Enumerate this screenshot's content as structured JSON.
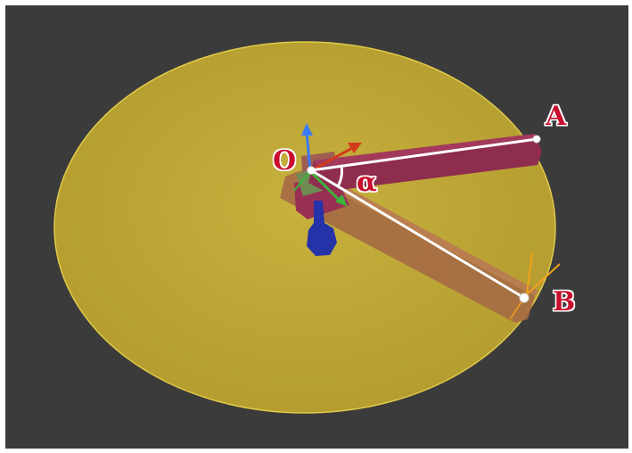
{
  "labels": {
    "origin": "O",
    "point_a": "A",
    "point_b": "B",
    "angle": "α"
  },
  "colors": {
    "background": "#3b3b3b",
    "disc_fill": "#c9b23a",
    "disc_edge": "#e7cf4a",
    "bar_a": "#8e2d4e",
    "bar_b": "#a56a44",
    "segment": "#ffffff",
    "label": "#c8102e",
    "label_outline": "#ffffff",
    "axis_up": "#3a7bff",
    "axis_x": "#d13b1b",
    "axis_z": "#3bb33b",
    "marker_blue": "#2633a8",
    "marker_orange": "#f1a21a"
  }
}
